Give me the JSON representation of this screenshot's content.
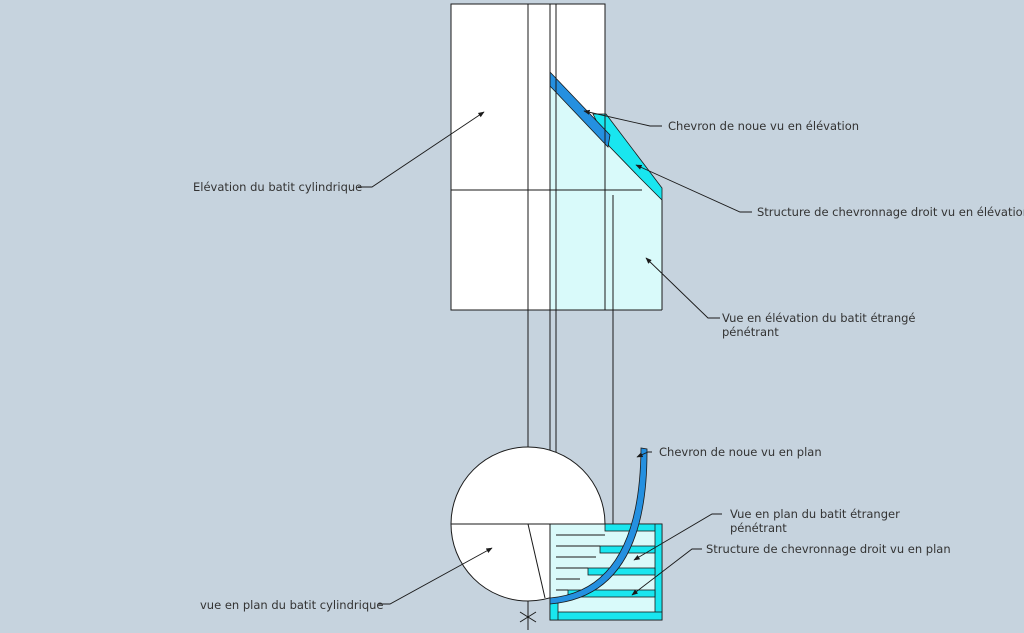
{
  "colors": {
    "background": "#c6d3de",
    "body_fill": "#ffffff",
    "penetrating_fill": "#d9fafa",
    "cyan": "#19e6ef",
    "blue": "#2590e0",
    "line": "#1a1a1a"
  },
  "labels": {
    "cyl_elevation": "Elévation du batit cylindrique",
    "hip_rafter_elevation": "Chevron de noue vu en élévation",
    "straight_rafters_elevation": "Structure de chevronnage droit vu en élévation",
    "foreign_elevation_line1": "Vue en élévation du batit étrangé",
    "foreign_elevation_line2": "pénétrant",
    "hip_rafter_plan": "Chevron de noue vu en plan",
    "foreign_plan_line1": "Vue en plan du batit étranger",
    "foreign_plan_line2": "pénétrant",
    "straight_rafters_plan": "Structure de chevronnage droit vu en plan",
    "cyl_plan": "vue en plan du  batit cylindrique"
  }
}
